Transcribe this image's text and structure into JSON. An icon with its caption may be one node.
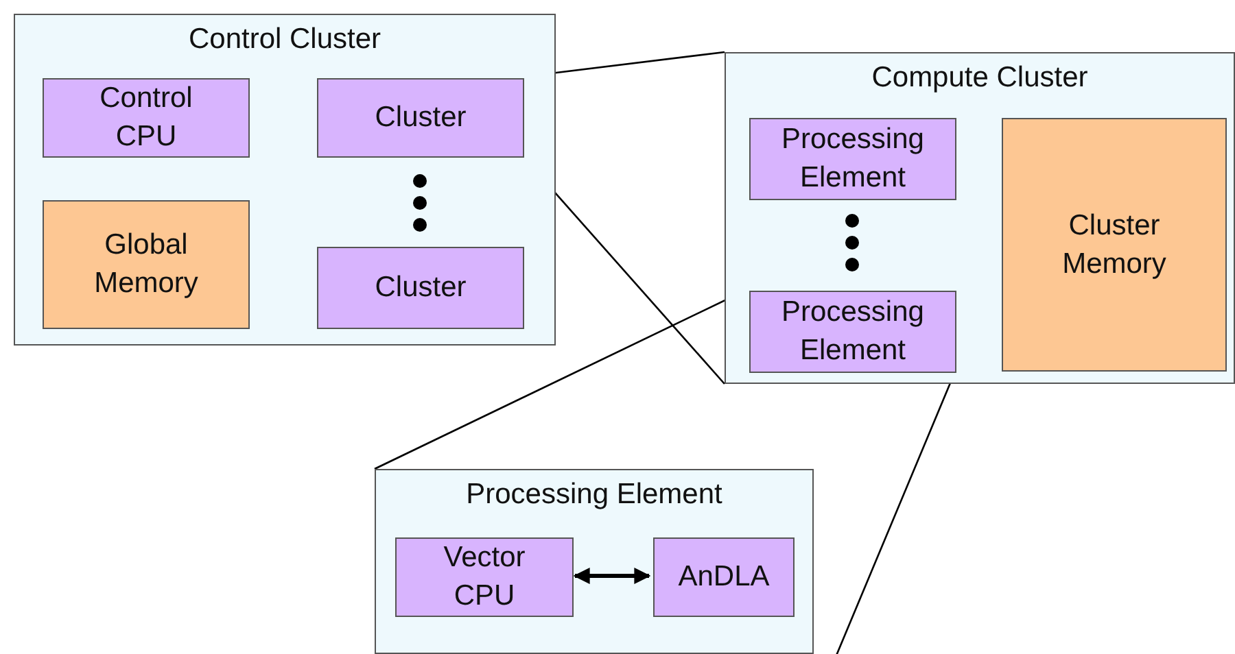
{
  "diagram": {
    "nodes": [
      {
        "text": [
          "Control Cluster"
        ]
      },
      {
        "text": [
          "Control CPU"
        ],
        "in": 0
      },
      {
        "text": [
          "Cluster"
        ],
        "in": 0
      },
      {
        "text": [
          "Global Memory"
        ],
        "in": 0
      },
      {
        "text": [
          "Cluster"
        ],
        "in": 0
      },
      {
        "text": [
          "Compute Cluster"
        ]
      },
      {
        "text": [
          "Processing Element"
        ],
        "in": 5
      },
      {
        "text": [
          "Processing Element"
        ],
        "in": 5
      },
      {
        "text": [
          "Cluster Memory"
        ],
        "in": 5
      },
      {
        "text": [
          "Processing Element"
        ]
      },
      {
        "text": [
          "Vector CPU"
        ],
        "in": 9
      },
      {
        "text": [
          "AnDLA"
        ],
        "in": 9
      }
    ],
    "edges": [
      {
        "from": 2,
        "to": 5,
        "arrow": "none"
      },
      {
        "from": 2,
        "to": 5,
        "arrow": "none"
      },
      {
        "from": 7,
        "to": 9,
        "arrow": "none"
      },
      {
        "from": 7,
        "to": 9,
        "arrow": "none"
      },
      {
        "from": 10,
        "to": 11,
        "arrow": "both",
        "style": "thick"
      }
    ]
  }
}
